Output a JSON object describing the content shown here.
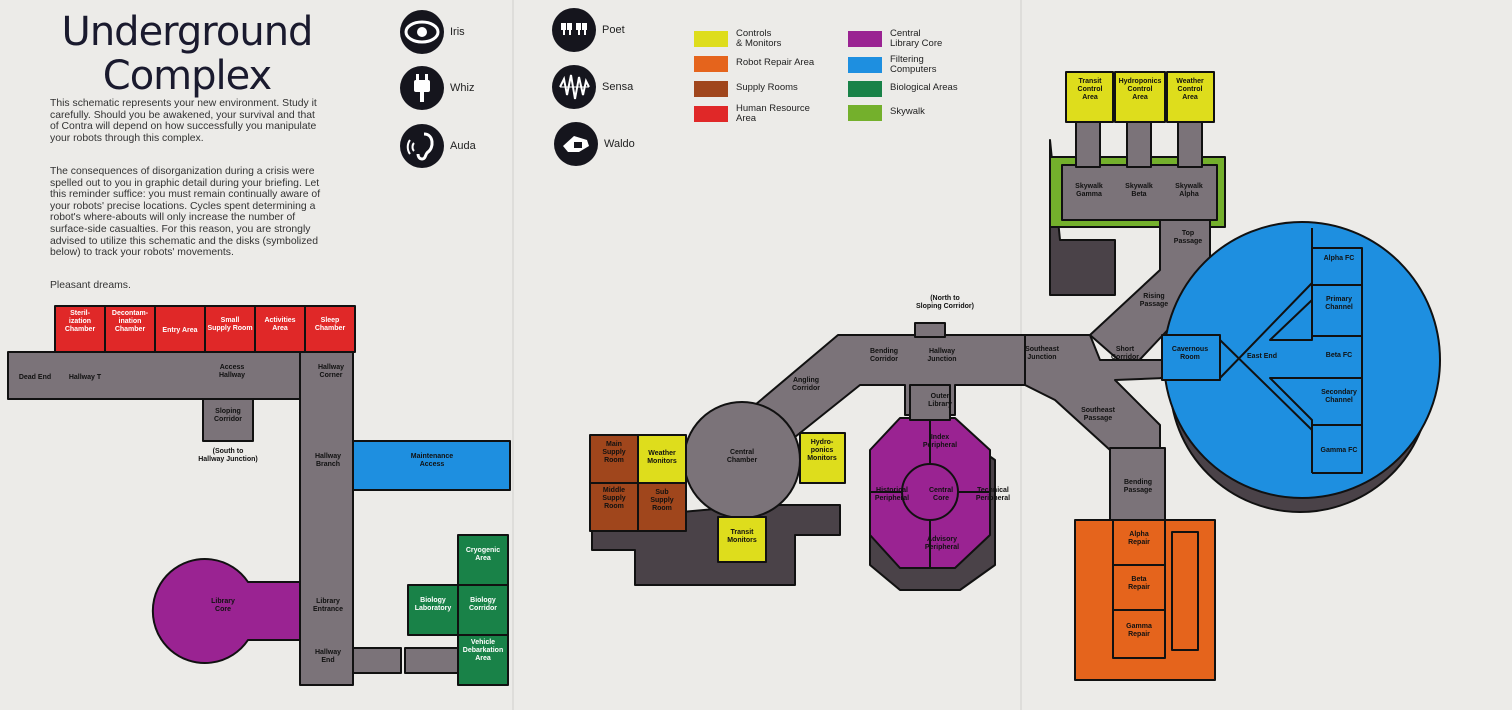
{
  "title": {
    "line1": "Underground",
    "line2": "Complex"
  },
  "intro": {
    "p1": "This schematic represents your new environment. Study it carefully. Should you be awakened, your survival and that of Contra will depend on how successfully you manipulate your robots through this complex.",
    "p2": "The consequences of disorganization during a crisis were spelled out to you in graphic detail during your briefing. Let this reminder suffice: you must remain continually aware of your robots' precise locations. Cycles spent determining a robot's where-abouts will only increase the number of surface-side casualties. For this reason, you are strongly advised to utilize this schematic and the disks (symbolized below) to track your robots' movements.",
    "p3": "Pleasant dreams."
  },
  "agents": [
    {
      "name": "Iris",
      "icon": "eye-icon"
    },
    {
      "name": "Whiz",
      "icon": "plug-icon"
    },
    {
      "name": "Auda",
      "icon": "ear-icon"
    },
    {
      "name": "Poet",
      "icon": "quote-icon"
    },
    {
      "name": "Sensa",
      "icon": "waveform-icon"
    },
    {
      "name": "Waldo",
      "icon": "hand-icon"
    }
  ],
  "legend": [
    {
      "label": "Controls\n& Monitors",
      "color": "#dedd1c"
    },
    {
      "label": "Robot Repair Area",
      "color": "#e5641c"
    },
    {
      "label": "Supply Rooms",
      "color": "#a0461c"
    },
    {
      "label": "Human Resource\nArea",
      "color": "#e02828"
    },
    {
      "label": "Central\nLibrary Core",
      "color": "#9a2392"
    },
    {
      "label": "Filtering\nComputers",
      "color": "#1e8fe0"
    },
    {
      "label": "Biological Areas",
      "color": "#198248"
    },
    {
      "label": "Skywalk",
      "color": "#74b02c"
    }
  ],
  "colors": {
    "corridor": "#7b7379",
    "corridor_dark": "#4a4248",
    "outline": "#111111",
    "controls": "#dedd1c",
    "repair": "#e5641c",
    "supply": "#a0461c",
    "human": "#e02828",
    "library": "#9a2392",
    "filtering": "#1e8fe0",
    "bio": "#198248",
    "skywalk": "#74b02c",
    "paper": "#ecebe8"
  },
  "rooms": {
    "steril": "Steril-\nization\nChamber",
    "decon": "Decontam-\nination\nChamber",
    "entry": "Entry Area",
    "small_supply": "Small\nSupply Room",
    "activities": "Activities\nArea",
    "sleep": "Sleep\nChamber",
    "dead_end": "Dead End",
    "hallway_t": "Hallway T",
    "access_hallway": "Access\nHallway",
    "hallway_corner": "Hallway\nCorner",
    "sloping": "Sloping\nCorridor",
    "south_to": "(South to\nHallway Junction)",
    "hallway_branch": "Hallway\nBranch",
    "maintenance": "Maintenance\nAccess",
    "library_core_w": "Library\nCore",
    "library_entrance": "Library\nEntrance",
    "hallway_end": "Hallway\nEnd",
    "cryogenic": "Cryogenic\nArea",
    "bio_lab": "Biology\nLaboratory",
    "bio_corr": "Biology\nCorridor",
    "vehicle": "Vehicle\nDebarkation\nArea",
    "main_supply": "Main\nSupply\nRoom",
    "weather_mon": "Weather\nMonitors",
    "middle_supply": "Middle\nSupply\nRoom",
    "sub_supply": "Sub\nSupply\nRoom",
    "central_chamber": "Central\nChamber",
    "hydro_mon": "Hydro-\nponics\nMonitors",
    "transit_mon": "Transit\nMonitors",
    "angling": "Angling\nCorridor",
    "bending_corr": "Bending\nCorridor",
    "north_to": "(North to\nSloping Corridor)",
    "hallway_junction": "Hallway\nJunction",
    "outer_library": "Outer\nLibrary",
    "index_p": "Index\nPeripheral",
    "historical_p": "Historical\nPeripheral",
    "central_core": "Central\nCore",
    "technical_p": "Technical\nPeripheral",
    "advisory_p": "Advisory\nPeripheral",
    "transit_ctrl": "Transit\nControl\nArea",
    "hydro_ctrl": "Hydroponics\nControl\nArea",
    "weather_ctrl": "Weather\nControl\nArea",
    "sky_gamma": "Skywalk\nGamma",
    "sky_beta": "Skywalk\nBeta",
    "sky_alpha": "Skywalk\nAlpha",
    "top_passage": "Top\nPassage",
    "rising": "Rising\nPassage",
    "southeast_junction": "Southeast\nJunction",
    "short_corr": "Short\nCorridor",
    "southeast_passage": "Southeast\nPassage",
    "bending_passage": "Bending\nPassage",
    "cavernous": "Cavernous\nRoom",
    "east_end": "East End",
    "alpha_fc": "Alpha FC",
    "primary_ch": "Primary\nChannel",
    "beta_fc": "Beta FC",
    "secondary_ch": "Secondary\nChannel",
    "gamma_fc": "Gamma FC",
    "alpha_repair": "Alpha\nRepair",
    "beta_repair": "Beta\nRepair",
    "gamma_repair": "Gamma\nRepair"
  }
}
